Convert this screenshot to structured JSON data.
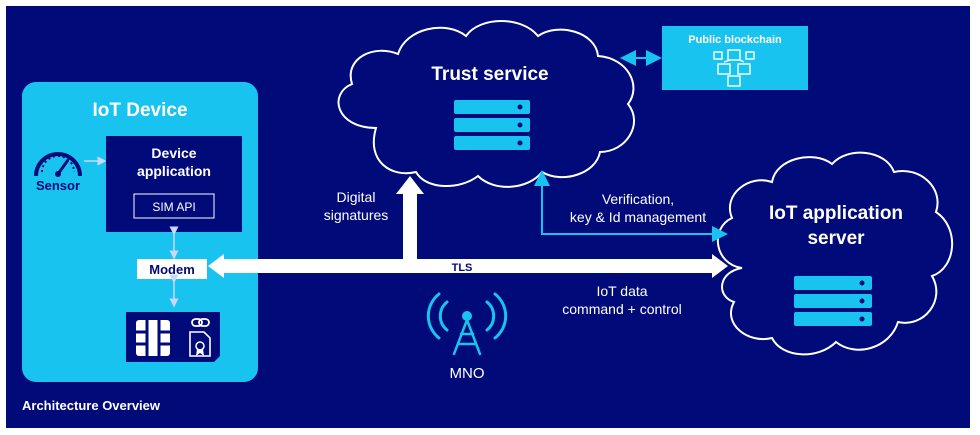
{
  "colors": {
    "background": "#000a78",
    "accent": "#19c3f0",
    "white": "#ffffff",
    "dark_box": "#000a78"
  },
  "footer": {
    "title": "Architecture Overview"
  },
  "iot_device": {
    "title": "IoT Device",
    "sensor_label": "Sensor",
    "app_label_line1": "Device",
    "app_label_line2": "application",
    "sim_api_label": "SIM API",
    "modem_label": "Modem",
    "icons": [
      "gauge-icon",
      "sim-chip-icon",
      "link-icon",
      "certificate-icon"
    ]
  },
  "trust_service": {
    "title": "Trust service",
    "icon": "server-rack-icon"
  },
  "blockchain": {
    "title": "Public blockchain",
    "icon": "blockchain-cubes-icon"
  },
  "iot_server": {
    "title_line1": "IoT application",
    "title_line2": "server",
    "icon": "server-rack-icon"
  },
  "edges": {
    "digital_sig_line1": "Digital",
    "digital_sig_line2": "signatures",
    "verification_line1": "Verification,",
    "verification_line2": "key & Id management",
    "tls": "TLS",
    "iot_data_line1": "IoT data",
    "iot_data_line2": "command + control"
  },
  "mno": {
    "label": "MNO",
    "icon": "antenna-tower-icon"
  }
}
